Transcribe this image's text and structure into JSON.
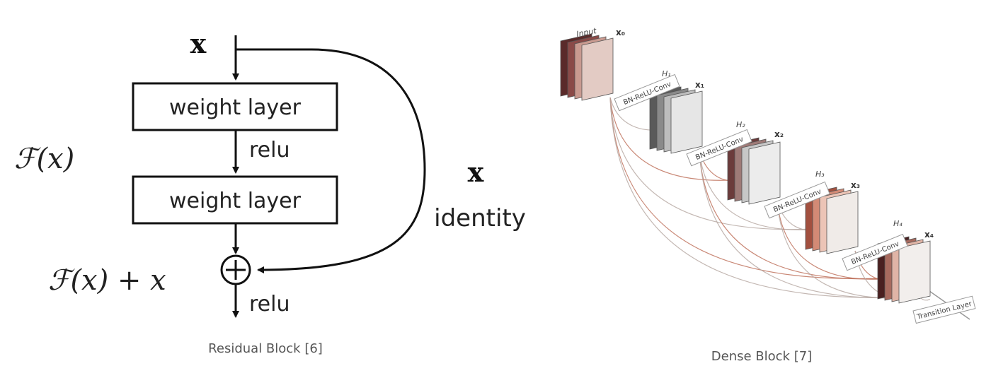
{
  "residual": {
    "input_var": "x",
    "layer1_label": "weight layer",
    "layer2_label": "weight layer",
    "act_mid": "relu",
    "act_out": "relu",
    "plus_symbol": "+",
    "fx": "ℱ(x)",
    "fx_plus_x": "ℱ(x) + x",
    "skip_var": "x",
    "skip_label": "identity",
    "caption": "Residual Block [6]"
  },
  "dense": {
    "input_label": "Input",
    "x_labels": [
      "x₀",
      "x₁",
      "x₂",
      "x₃",
      "x₄"
    ],
    "h_labels": [
      "H₁",
      "H₂",
      "H₃",
      "H₄"
    ],
    "conv_label": "BN-ReLU-Conv",
    "transition_label": "Transition Layer",
    "caption": "Dense Block [7]",
    "colors": {
      "stack_0": [
        "#5a2a2a",
        "#8a4a48",
        "#c99a90",
        "#e3cbc4"
      ],
      "stack_1": [
        "#5a5a5a",
        "#8a8a8a",
        "#bdbdbd",
        "#e6e6e6"
      ],
      "stack_2": [
        "#6b3b3b",
        "#9e7a77",
        "#c7c7c7",
        "#ececec"
      ],
      "stack_3": [
        "#a2503f",
        "#d38a75",
        "#ecc4b6",
        "#f0ebe8"
      ],
      "stack_4": [
        "#4a2020",
        "#a86a5e",
        "#e0b4a6",
        "#f2eeec"
      ],
      "connection": "#c0735e",
      "connection_gray": "#b8aaa4"
    }
  }
}
